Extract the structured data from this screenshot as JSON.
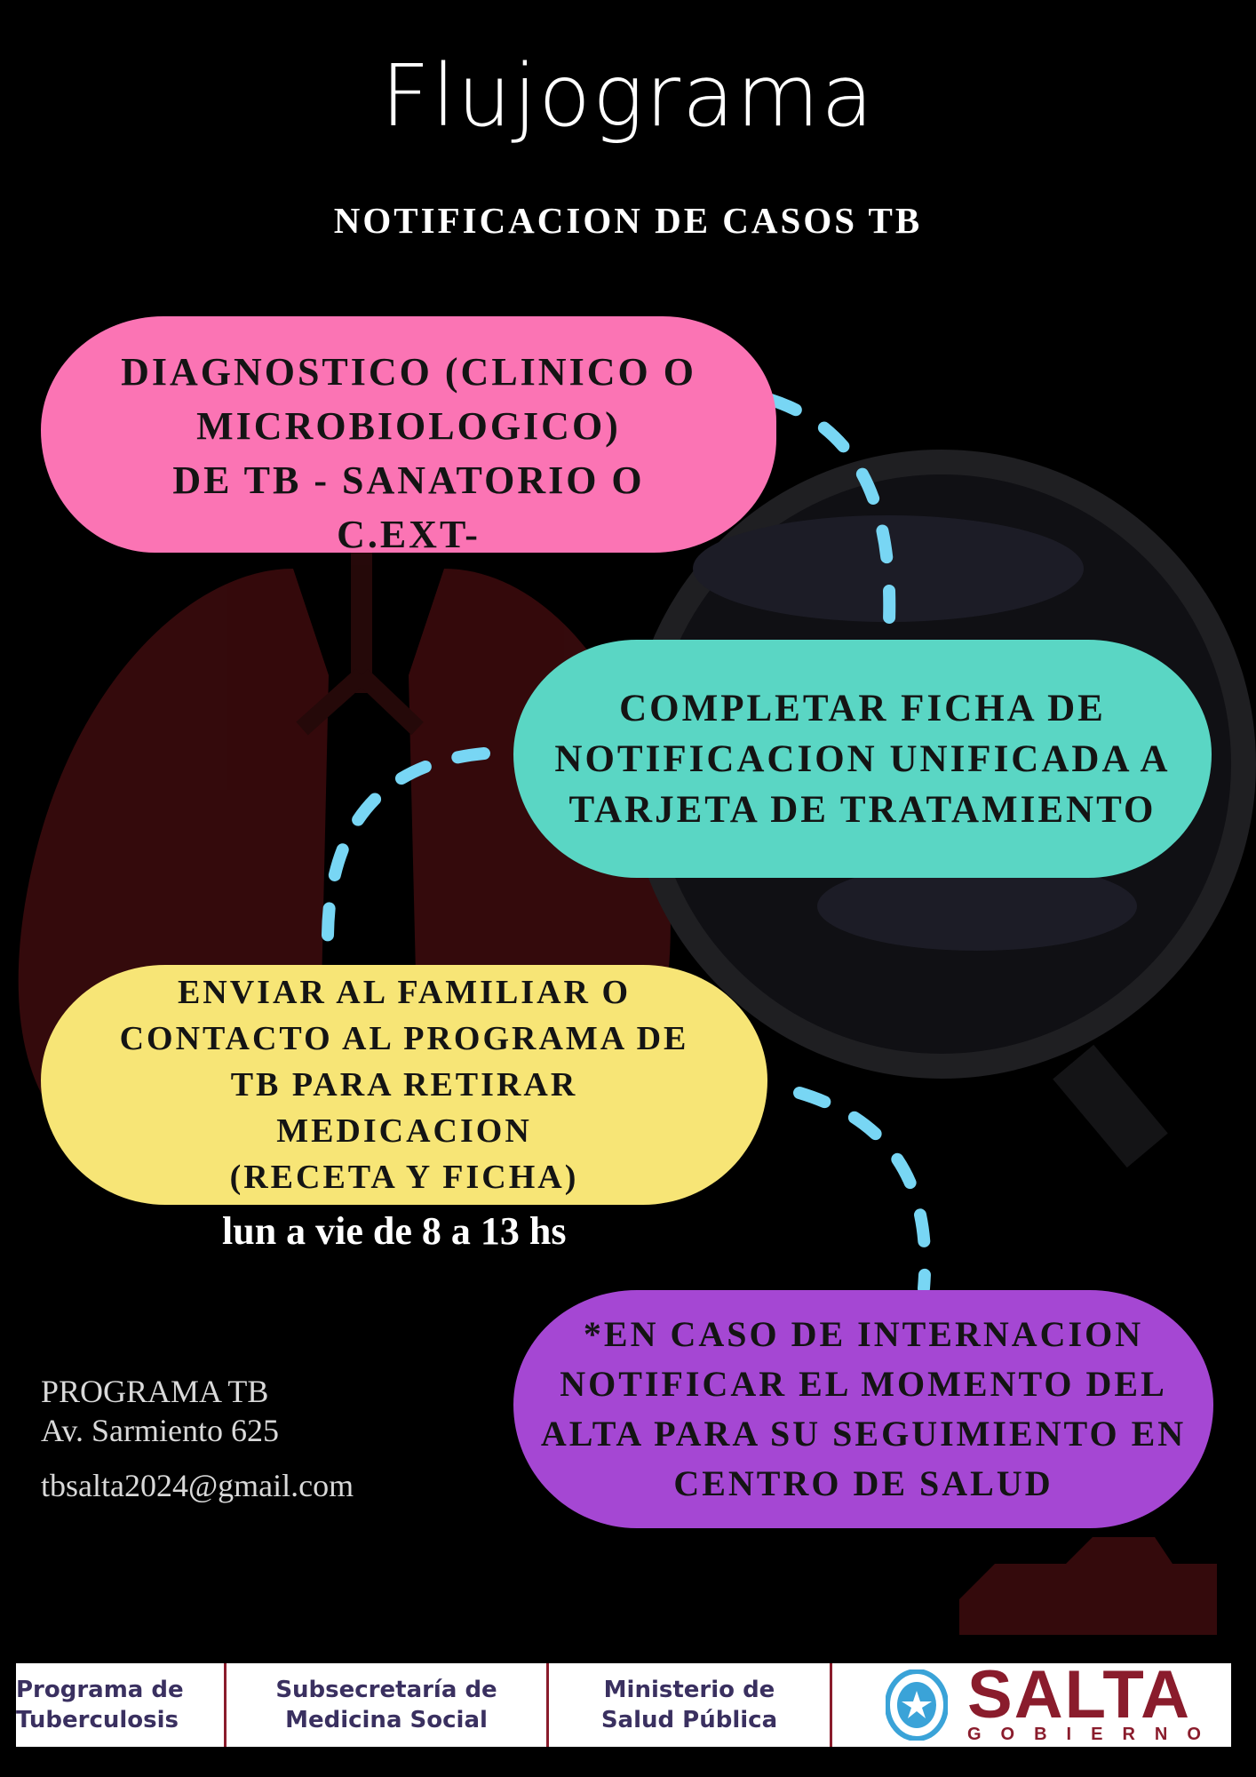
{
  "header": {
    "title": "Flujograma",
    "subtitle": "NOTIFICACION DE CASOS TB"
  },
  "steps": [
    {
      "text": "DIAGNOSTICO (CLINICO O\nMICROBIOLOGICO)\nDE TB - SANATORIO O\nC.EXT-",
      "color": "#fb74b4"
    },
    {
      "text": "COMPLETAR FICHA DE\nNOTIFICACION UNIFICADA A\nTARJETA DE TRATAMIENTO",
      "color": "#5ad6c4"
    },
    {
      "text": "ENVIAR AL FAMILIAR O\nCONTACTO AL PROGRAMA DE\nTB PARA RETIRAR\nMEDICACION\n(RECETA Y FICHA)",
      "color": "#f7e576"
    },
    {
      "text": "*EN CASO DE INTERNACION\nNOTIFICAR EL MOMENTO DEL\nALTA PARA SU SEGUIMIENTO EN\nCENTRO DE SALUD",
      "color": "#a547d3"
    }
  ],
  "schedule": "lun a vie de 8 a 13 hs",
  "contact": {
    "name": "PROGRAMA TB",
    "address": "Av. Sarmiento  625",
    "email": "tbsalta2024@gmail.com"
  },
  "footer": {
    "program_line1": "Programa de",
    "program_line2": "Tuberculosis",
    "subsec_line1": "Subsecretaría de",
    "subsec_line2": "Medicina Social",
    "ministry_line1": "Ministerio de",
    "ministry_line2": "Salud Pública",
    "brand": "SALTA",
    "brand_sub": "GOBIERNO",
    "brand_color": "#8a1c2c"
  },
  "icons": [
    "lungs-illustration",
    "magnifying-glass-illustration",
    "salta-emblem-icon"
  ]
}
